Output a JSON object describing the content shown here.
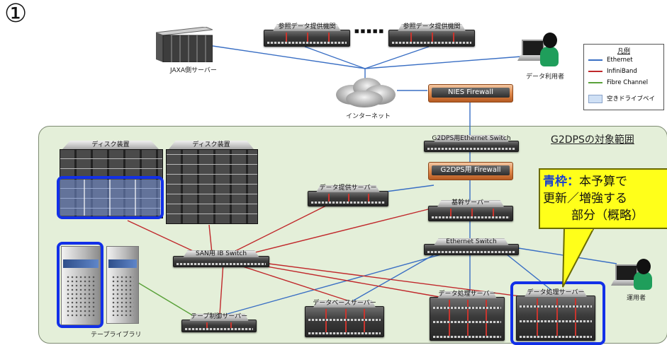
{
  "page_number": "①",
  "scope_title": "G2DPSの対象範囲",
  "nodes": {
    "jaxa_server": "JAXA側サーバー",
    "ref_provider_1": "参照データ提供機関",
    "ref_provider_2": "参照データ提供機関",
    "ellipsis": "■■■■■",
    "data_user": "データ利用者",
    "internet": "インターネット",
    "nies_firewall": "NIES Firewall",
    "g2dps_eth_switch": "G2DPS用Ethernet Switch",
    "g2dps_firewall": "G2DPS用 Firewall",
    "disk_1": "ディスク装置",
    "disk_2": "ディスク装置",
    "data_provision_server": "データ提供サーバー",
    "core_server": "基幹サーバー",
    "san_ib_switch": "SAN用 IB Switch",
    "ethernet_switch": "Ethernet Switch",
    "tape_library": "テープライブラリ",
    "tape_control_server": "テープ制御サーバー",
    "database_server": "データベースサーバー",
    "data_processing_1": "データ処理サーバー",
    "data_processing_2": "データ処理サーバー",
    "operator": "運用者"
  },
  "legend": {
    "title": "凡例",
    "ethernet": "Ethernet",
    "infiniband": "InfiniBand",
    "fibre": "Fibre Channel",
    "empty_bay": "空きドライブベイ",
    "colors": {
      "ethernet": "#3a6fc4",
      "infiniband": "#c0282b",
      "fibre": "#5aa23a"
    }
  },
  "callout": {
    "highlight": "青枠：",
    "line1_rest": "本予算で",
    "line2": "更新／増強する",
    "line3": "部分（概略）"
  },
  "colors": {
    "highlight_box": "#1230e8",
    "scope_bg": "#e4efd9",
    "callout_bg": "#ffff1a"
  }
}
